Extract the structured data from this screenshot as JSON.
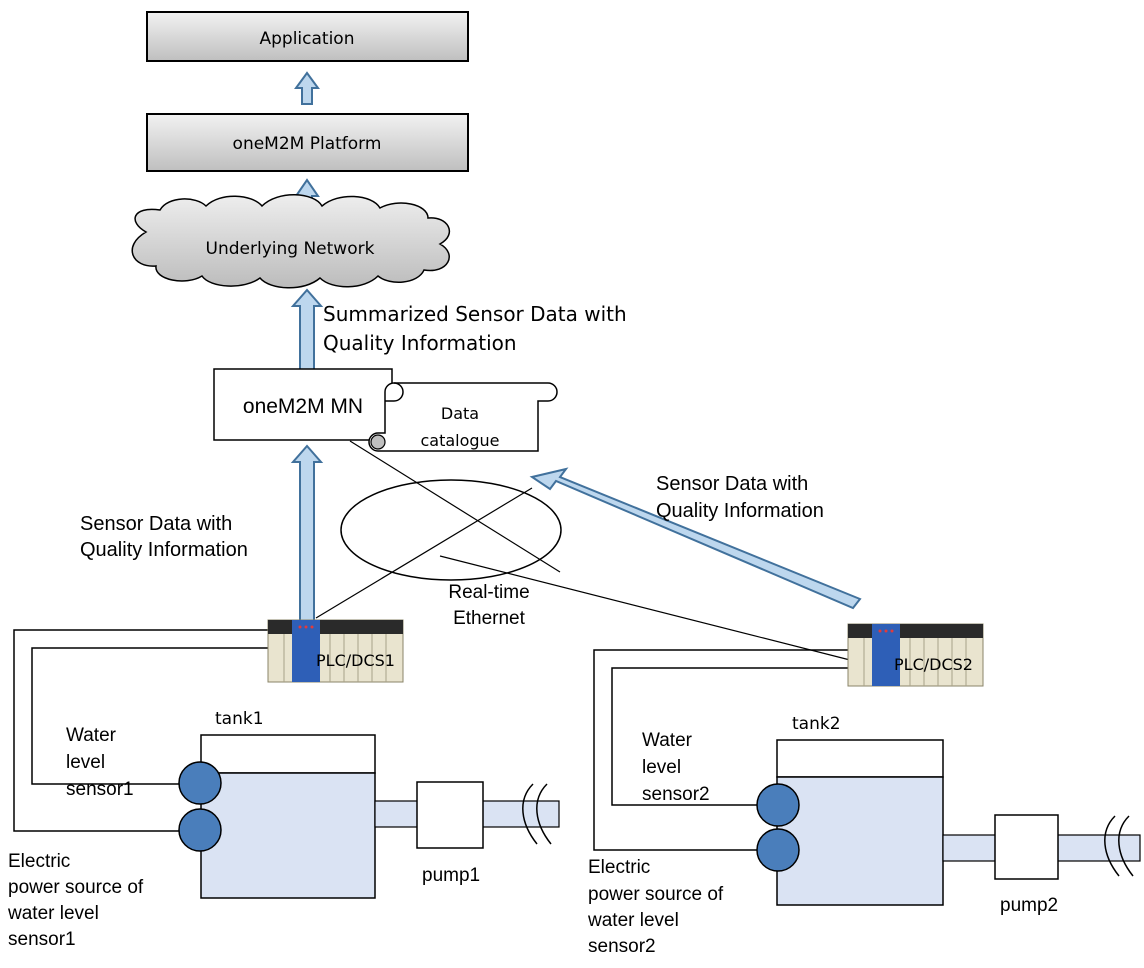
{
  "boxes": {
    "application": "Application",
    "platform": "oneM2M Platform",
    "network": "Underlying Network",
    "mn": "oneM2M MN",
    "catalogue_line1": "Data",
    "catalogue_line2": "catalogue"
  },
  "labels": {
    "summarized_line1": "Summarized Sensor Data with",
    "summarized_line2": "Quality Information",
    "left_data_line1": "Sensor Data with",
    "left_data_line2": "Quality Information",
    "right_data_line1": "Sensor Data with",
    "right_data_line2": "Quality Information",
    "ethernet_line1": "Real-time",
    "ethernet_line2": "Ethernet"
  },
  "plc": {
    "plc1": "PLC/DCS1",
    "plc2": "PLC/DCS2"
  },
  "site1": {
    "tank": "tank1",
    "sensor_line1": "Water",
    "sensor_line2": "level",
    "sensor_line3": "sensor1",
    "power_line1": "Electric",
    "power_line2": "power source of",
    "power_line3": "water level",
    "power_line4": "sensor1",
    "pump": "pump1"
  },
  "site2": {
    "tank": "tank2",
    "sensor_line1": "Water",
    "sensor_line2": "level",
    "sensor_line3": "sensor2",
    "power_line1": "Electric",
    "power_line2": "power source of",
    "power_line3": "water level",
    "power_line4": "sensor2",
    "pump": "pump2"
  },
  "colors": {
    "box_fill": "#d9d9d9",
    "arrow_fill": "#bdd7ee",
    "arrow_stroke": "#41719c",
    "tank_fill": "#dae3f3",
    "sensor_fill": "#4a7ebb",
    "cloud_fill": "#d9d9d9",
    "plc_body": "#e9e4cf",
    "plc_blue": "#2e5fb7"
  }
}
